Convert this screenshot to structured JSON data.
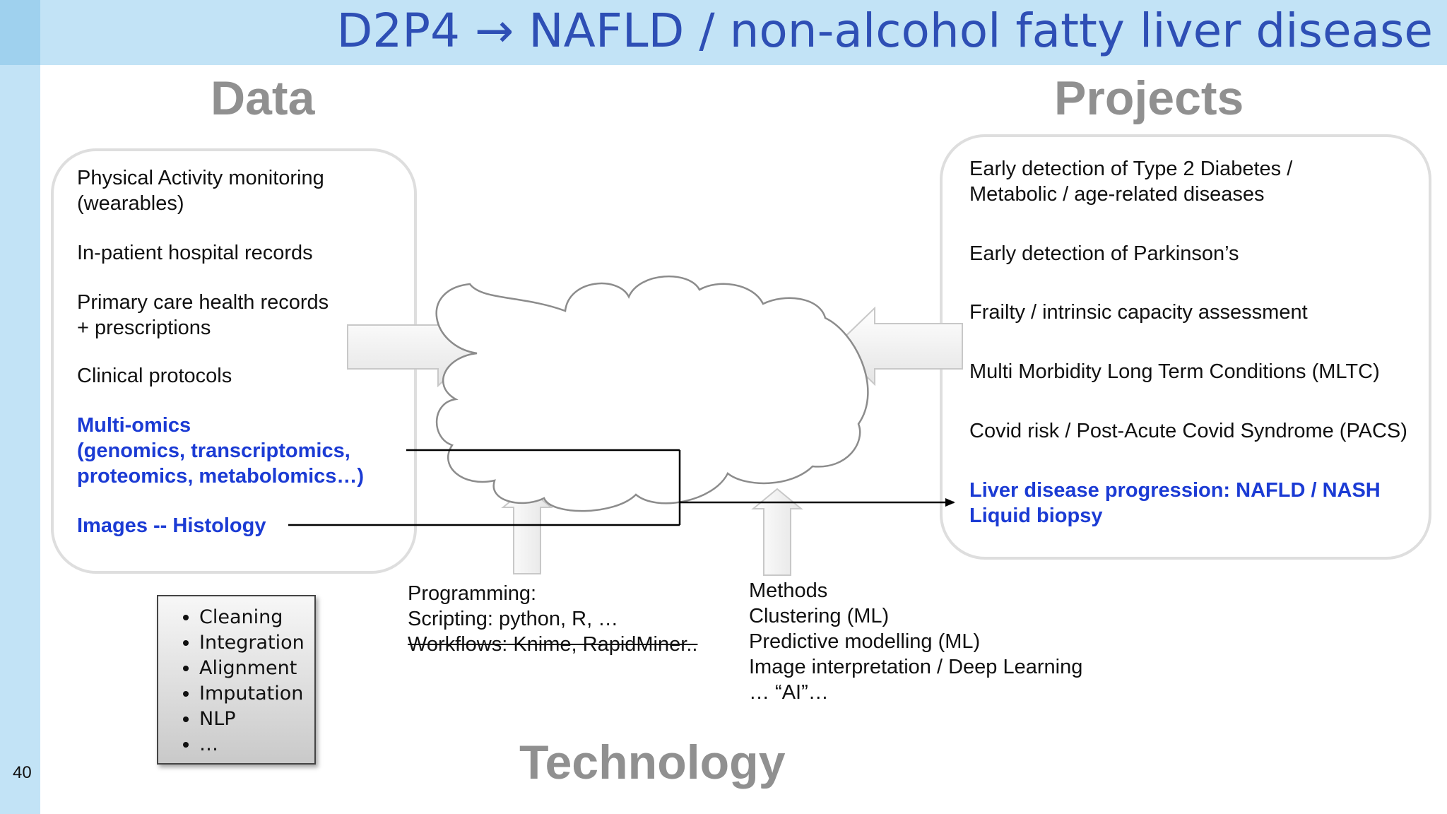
{
  "title": "D2P4 → NAFLD / non-alcohol fatty liver disease",
  "slide_number": "40",
  "headings": {
    "data": "Data",
    "projects": "Projects",
    "technology": "Technology"
  },
  "data_items": {
    "physical_1": "Physical Activity monitoring",
    "physical_2": "(wearables)",
    "inpatient": "In-patient hospital records",
    "primary_1": "Primary care health records",
    "primary_2": "+ prescriptions",
    "clinical": "Clinical protocols",
    "omics_1": "Multi-omics",
    "omics_2": "(genomics, transcriptomics,",
    "omics_3": "proteomics, metabolomics…)",
    "images": "Images -- Histology"
  },
  "project_items": {
    "diabetes_1": "Early detection of Type 2 Diabetes /",
    "diabetes_2": "Metabolic / age-related diseases",
    "parkinsons": "Early detection of Parkinson’s",
    "frailty": "Frailty / intrinsic capacity assessment",
    "mltc": "Multi Morbidity Long Term Conditions (MLTC)",
    "covid": "Covid risk / Post-Acute Covid Syndrome (PACS)",
    "liver_1": "Liver disease progression: NAFLD / NASH",
    "liver_2": "Liquid biopsy"
  },
  "processing_steps": [
    "Cleaning",
    "Integration",
    "Alignment",
    "Imputation",
    "NLP",
    "…"
  ],
  "programming": {
    "heading": "Programming:",
    "scripting": "Scripting: python, R, …",
    "workflows": "Workflows: Knime, RapidMiner.."
  },
  "methods": {
    "heading": "Methods",
    "clustering": "Clustering (ML)",
    "predictive": "Predictive modelling (ML)",
    "image": "Image interpretation / Deep Learning",
    "ai": "… “AI”…"
  },
  "colors": {
    "title": "#2e4fb5",
    "accent": "#1b3bd4",
    "band": "#c2e3f6",
    "heading_gray": "#909090"
  }
}
